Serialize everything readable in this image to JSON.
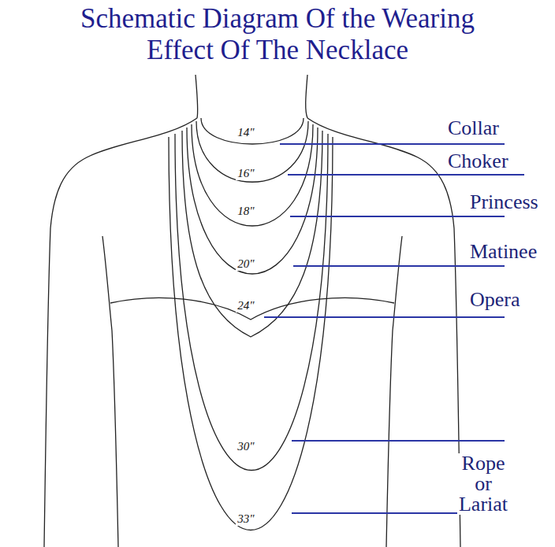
{
  "diagram": {
    "title": "Schematic Diagram Of the Wearing Effect Of The Necklace",
    "labels": [
      "14\"",
      "16\"",
      "18\"",
      "20\"",
      "24\"",
      "30\"",
      "33\"",
      "Collar",
      "Choker",
      "Princess",
      "Matinee",
      "Opera",
      "Rope or Lariat"
    ]
  }
}
